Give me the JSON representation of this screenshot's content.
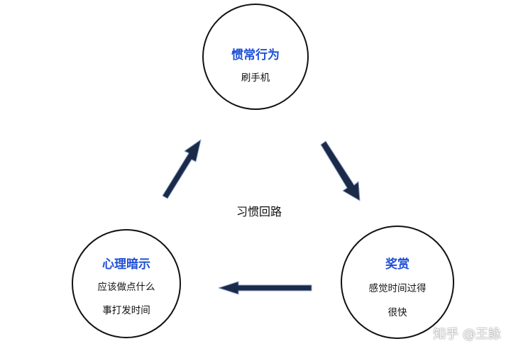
{
  "diagram": {
    "center_label": "习惯回路",
    "nodes": {
      "habit": {
        "title": "惯常行为",
        "lines": [
          "刷手机"
        ]
      },
      "reward": {
        "title": "奖赏",
        "lines": [
          "感觉时间过得",
          "很快"
        ]
      },
      "cue": {
        "title": "心理暗示",
        "lines": [
          "应该做点什么",
          "事打发时间"
        ]
      }
    },
    "edges": [
      {
        "from": "habit",
        "to": "reward"
      },
      {
        "from": "reward",
        "to": "cue"
      },
      {
        "from": "cue",
        "to": "habit"
      }
    ]
  },
  "watermark": "知乎 @王詠",
  "colors": {
    "title": "#1f4fd6",
    "arrow_fill": "#1b2a48",
    "arrow_outline": "#8fa3c8",
    "circle_stroke": "#111111"
  }
}
